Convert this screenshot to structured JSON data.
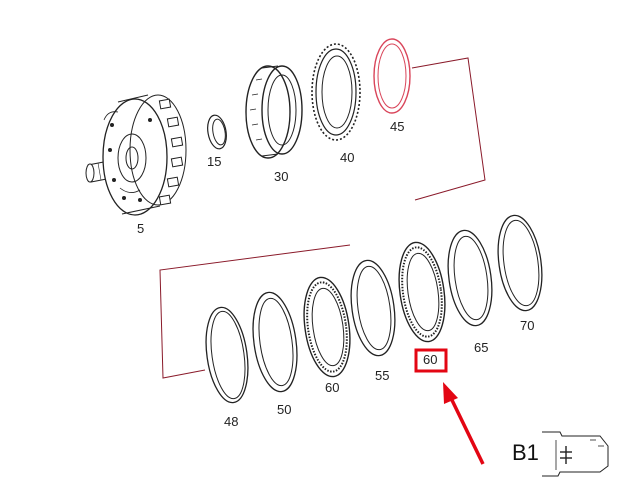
{
  "diagram": {
    "part_labels": {
      "p5": "5",
      "p15": "15",
      "p30": "30",
      "p40": "40",
      "p45": "45",
      "p48": "48",
      "p50": "50",
      "p55": "55",
      "p60a": "60",
      "p60b": "60",
      "p65": "65",
      "p70": "70"
    },
    "highlighted_part": "60",
    "group_code": "B1",
    "colors": {
      "line": "#222222",
      "red_part": "#d9455a",
      "highlight": "#e30613"
    }
  }
}
